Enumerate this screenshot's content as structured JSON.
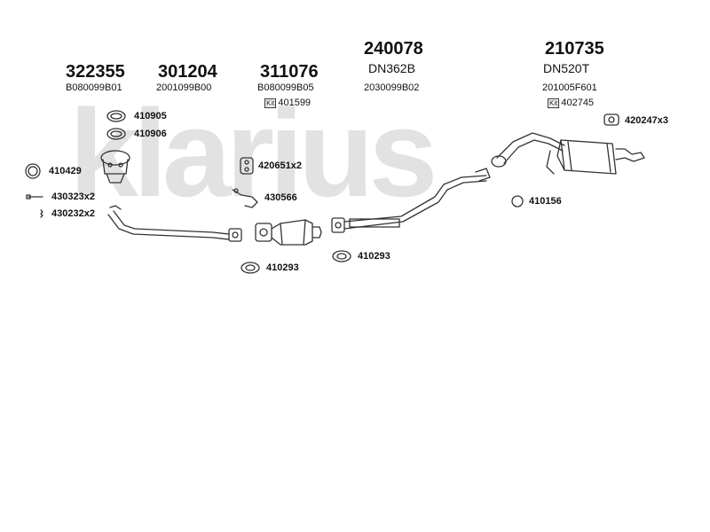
{
  "watermark": "klarius",
  "parts": [
    {
      "number": "322355",
      "code": "B080099B01"
    },
    {
      "number": "301204",
      "code": "2001099B00"
    },
    {
      "number": "311076",
      "code": "B080099B05",
      "kit": "401599"
    },
    {
      "number": "240078",
      "model": "DN362B",
      "code": "2030099B02"
    },
    {
      "number": "210735",
      "model": "DN520T",
      "code": "201005F601",
      "kit": "402745"
    }
  ],
  "kit_badge": "Kit",
  "references": {
    "r410905": "410905",
    "r410906": "410906",
    "r410429": "410429",
    "r430323": "430323x2",
    "r430232": "430232x2",
    "r420651": "420651x2",
    "r430566": "430566",
    "r410293a": "410293",
    "r410293b": "410293",
    "r410156": "410156",
    "r420247": "420247x3"
  },
  "colors": {
    "stroke": "#333333",
    "watermark": "#e2e2e2"
  }
}
